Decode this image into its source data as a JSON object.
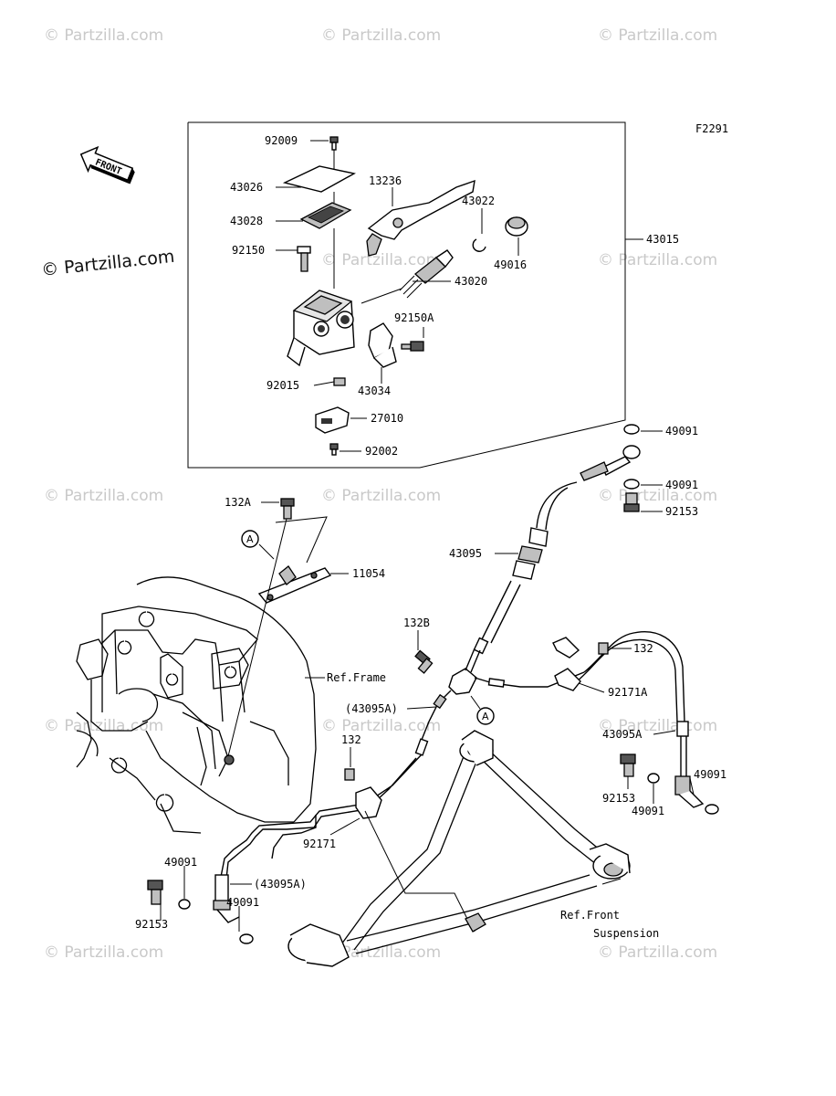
{
  "figure_code": "F2291",
  "front_label": "FRONT",
  "watermark": "© Partzilla.com",
  "callouts": {
    "c_a1": "A",
    "c_a2": "A"
  },
  "labels": {
    "p92009": "92009",
    "p43026": "43026",
    "p43028": "43028",
    "p92150": "92150",
    "p92015": "92015",
    "p13236": "13236",
    "p43022": "43022",
    "p49016": "49016",
    "p43020": "43020",
    "p92150A": "92150A",
    "p43034": "43034",
    "p27010": "27010",
    "p92002": "92002",
    "p43015": "43015",
    "p49091_a": "49091",
    "p49091_b": "49091",
    "p92153_a": "92153",
    "p43095": "43095",
    "p132A": "132A",
    "p11054": "11054",
    "p132B": "132B",
    "p132_a": "132",
    "p92171A": "92171A",
    "p43095A_r": "43095A",
    "p49091_c": "49091",
    "p92153_b": "92153",
    "p49091_d": "49091",
    "ref_frame": "Ref.Frame",
    "p43095A_p1": "(43095A)",
    "p132_b": "132",
    "p92171": "92171",
    "p49091_e": "49091",
    "p43095A_p2": "(43095A)",
    "p49091_f": "49091",
    "p92153_c": "92153",
    "ref_front": "Ref.Front",
    "ref_susp": "Suspension"
  }
}
